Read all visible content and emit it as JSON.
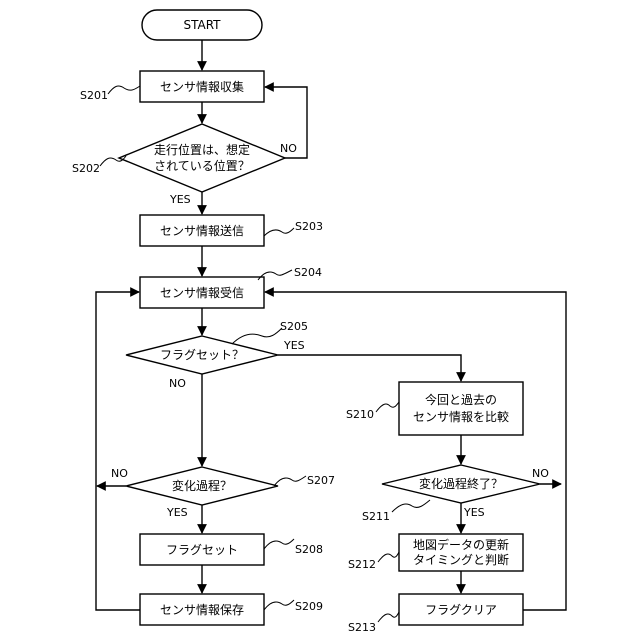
{
  "nodes": {
    "start": "START",
    "s201": "センサ情報収集",
    "s202_l1": "走行位置は、想定",
    "s202_l2": "されている位置？",
    "s203": "センサ情報送信",
    "s204": "センサ情報受信",
    "s205": "フラグセット？",
    "s207": "変化過程？",
    "s208": "フラグセット",
    "s209": "センサ情報保存",
    "s210_l1": "今回と過去の",
    "s210_l2": "センサ情報を比較",
    "s211": "変化過程終了？",
    "s212_l1": "地図データの更新",
    "s212_l2": "タイミングと判断",
    "s213": "フラグクリア"
  },
  "step_labels": {
    "s201": "S201",
    "s202": "S202",
    "s203": "S203",
    "s204": "S204",
    "s205": "S205",
    "s207": "S207",
    "s208": "S208",
    "s209": "S209",
    "s210": "S210",
    "s211": "S211",
    "s212": "S212",
    "s213": "S213"
  },
  "branches": {
    "s202_no": "NO",
    "s202_yes": "YES",
    "s205_yes": "YES",
    "s205_no": "NO",
    "s207_no": "NO",
    "s207_yes": "YES",
    "s211_no": "NO",
    "s211_yes": "YES"
  }
}
